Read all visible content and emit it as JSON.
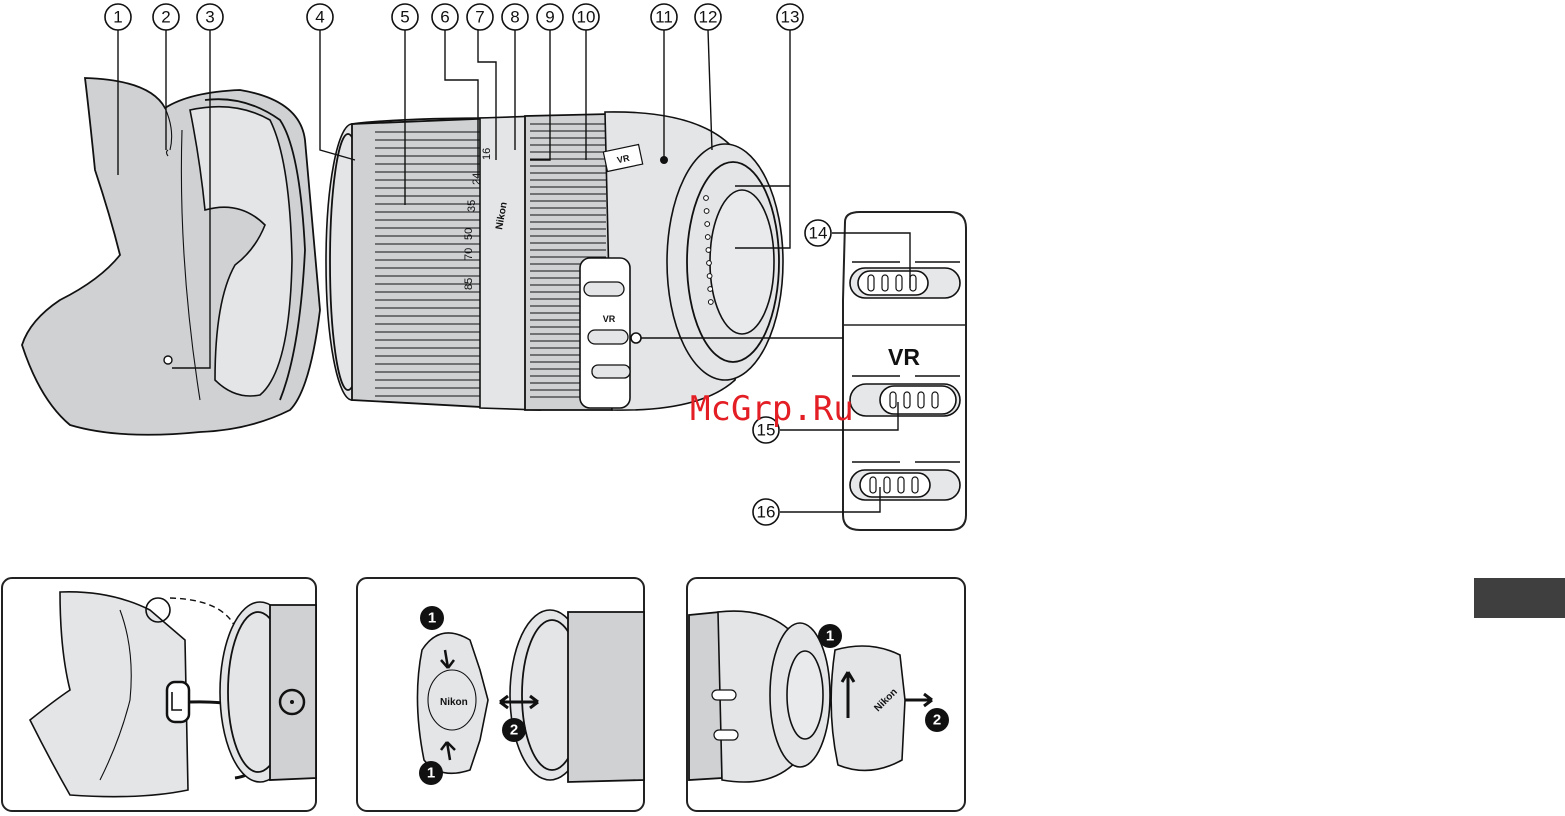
{
  "callouts": [
    {
      "id": 1,
      "label": "①"
    },
    {
      "id": 2,
      "label": "②"
    },
    {
      "id": 3,
      "label": "③"
    },
    {
      "id": 4,
      "label": "④"
    },
    {
      "id": 5,
      "label": "⑤"
    },
    {
      "id": 6,
      "label": "⑥"
    },
    {
      "id": 7,
      "label": "⑦"
    },
    {
      "id": 8,
      "label": "⑧"
    },
    {
      "id": 9,
      "label": "⑨"
    },
    {
      "id": 10,
      "label": "⑩"
    },
    {
      "id": 11,
      "label": "⑪"
    },
    {
      "id": 12,
      "label": "⑫"
    },
    {
      "id": 13,
      "label": "⑬"
    },
    {
      "id": 14,
      "label": "⑭"
    },
    {
      "id": 15,
      "label": "⑮"
    },
    {
      "id": 16,
      "label": "⑯"
    }
  ],
  "lens": {
    "focal_scale": [
      "85",
      "70",
      "50",
      "35",
      "24",
      "16"
    ],
    "brand": "Nikon",
    "body_vr_label": "VR",
    "switch_vr_label": "VR"
  },
  "switch_panel": {
    "vr_label": "VR"
  },
  "steps": {
    "cap_front_1": "1",
    "cap_front_2": "2",
    "cap_front_1b": "1",
    "cap_rear_1": "1",
    "cap_rear_2": "2",
    "cap_brand": "Nikon",
    "rear_brand": "Nikon"
  },
  "watermark": "McGrp.Ru",
  "colors": {
    "lens_gray": "#cfd1d3",
    "light_gray": "#e4e5e7",
    "outline": "#111111",
    "watermark_red": "#e31e24",
    "tab_block": "#3f3f3f"
  }
}
